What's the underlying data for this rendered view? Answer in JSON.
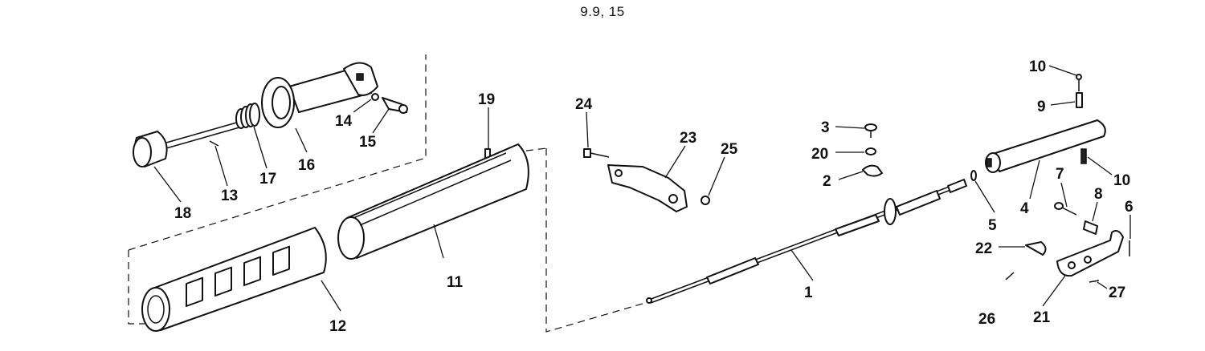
{
  "title": "9.9, 15",
  "callouts": [
    "1",
    "2",
    "3",
    "4",
    "5",
    "6",
    "7",
    "8",
    "9",
    "10",
    "11",
    "12",
    "13",
    "14",
    "15",
    "16",
    "17",
    "18",
    "19",
    "20",
    "21",
    "22",
    "23",
    "24",
    "25",
    "26",
    "27"
  ]
}
